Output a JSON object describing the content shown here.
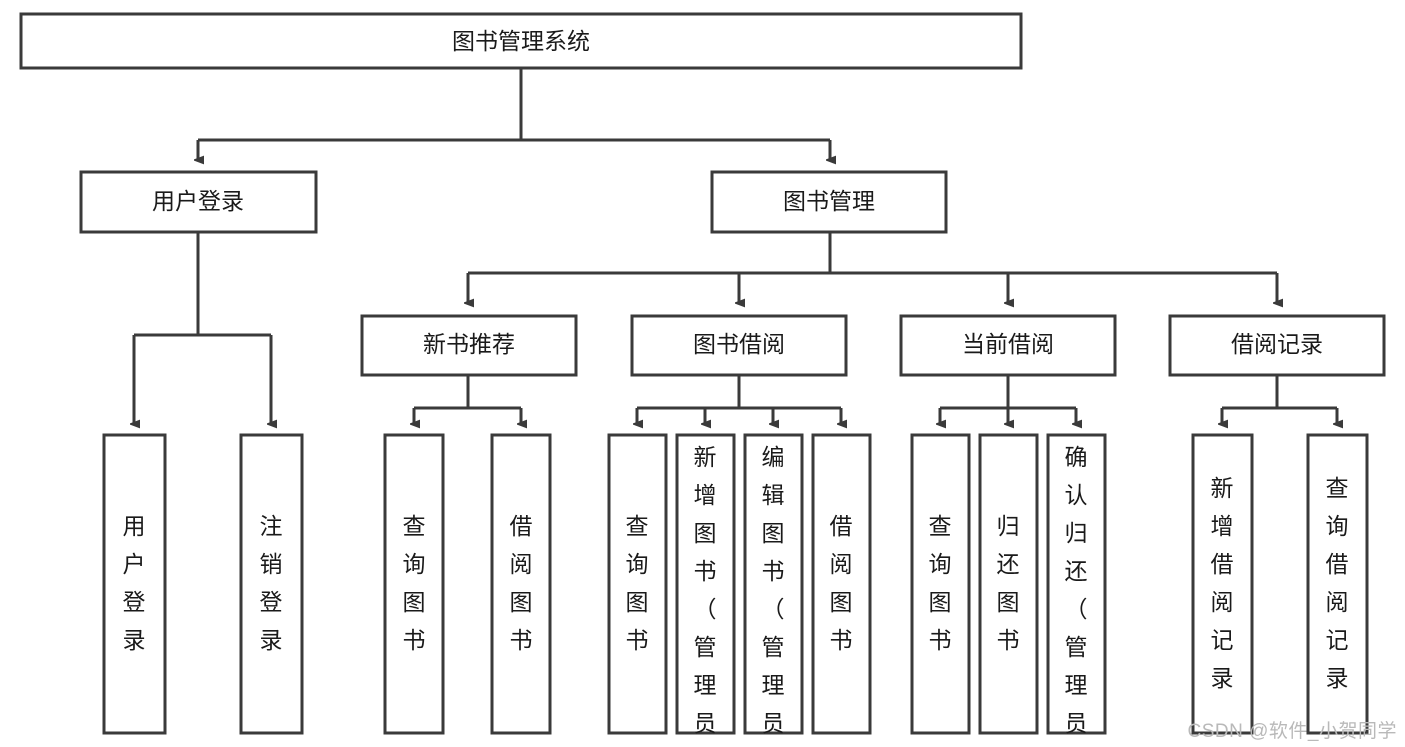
{
  "diagram": {
    "title": "图书管理系统",
    "type": "tree-hierarchy-diagram",
    "colors": {
      "box_stroke": "#3a3a3a",
      "box_fill": "#ffffff",
      "text": "#1a1a1a",
      "background": "#ffffff",
      "watermark": "#b9b9b9"
    },
    "root": {
      "id": "root",
      "label": "图书管理系统",
      "orientation": "horizontal"
    },
    "level2": [
      {
        "id": "user-login",
        "label": "用户登录",
        "orientation": "horizontal"
      },
      {
        "id": "book-management",
        "label": "图书管理",
        "orientation": "horizontal"
      }
    ],
    "level3": [
      {
        "id": "new-book-recommend",
        "label": "新书推荐",
        "orientation": "horizontal",
        "parent": "book-management"
      },
      {
        "id": "book-borrow",
        "label": "图书借阅",
        "orientation": "horizontal",
        "parent": "book-management"
      },
      {
        "id": "current-borrow",
        "label": "当前借阅",
        "orientation": "horizontal",
        "parent": "book-management"
      },
      {
        "id": "borrow-record",
        "label": "借阅记录",
        "orientation": "horizontal",
        "parent": "book-management"
      }
    ],
    "leaves": [
      {
        "id": "leaf-user-login",
        "label": "用户登录",
        "orientation": "vertical",
        "parent": "user-login"
      },
      {
        "id": "leaf-logout-login",
        "label": "注销登录",
        "orientation": "vertical",
        "parent": "user-login"
      },
      {
        "id": "leaf-query-book-1",
        "label": "查询图书",
        "orientation": "vertical",
        "parent": "new-book-recommend"
      },
      {
        "id": "leaf-borrow-book-1",
        "label": "借阅图书",
        "orientation": "vertical",
        "parent": "new-book-recommend"
      },
      {
        "id": "leaf-query-book-2",
        "label": "查询图书",
        "orientation": "vertical",
        "parent": "book-borrow"
      },
      {
        "id": "leaf-add-book-admin",
        "label": "新增图书（管理员）",
        "orientation": "vertical",
        "parent": "book-borrow"
      },
      {
        "id": "leaf-edit-book-admin",
        "label": "编辑图书（管理员）",
        "orientation": "vertical",
        "parent": "book-borrow"
      },
      {
        "id": "leaf-borrow-book-2",
        "label": "借阅图书",
        "orientation": "vertical",
        "parent": "book-borrow"
      },
      {
        "id": "leaf-query-book-3",
        "label": "查询图书",
        "orientation": "vertical",
        "parent": "current-borrow"
      },
      {
        "id": "leaf-return-book",
        "label": "归还图书",
        "orientation": "vertical",
        "parent": "current-borrow"
      },
      {
        "id": "leaf-confirm-return-admin",
        "label": "确认归还（管理员）",
        "orientation": "vertical",
        "parent": "current-borrow"
      },
      {
        "id": "leaf-add-borrow-record",
        "label": "新增借阅记录",
        "orientation": "vertical",
        "parent": "borrow-record"
      },
      {
        "id": "leaf-query-borrow-record",
        "label": "查询借阅记录",
        "orientation": "vertical",
        "parent": "borrow-record"
      }
    ],
    "watermark": "CSDN @软件_小贺同学"
  }
}
